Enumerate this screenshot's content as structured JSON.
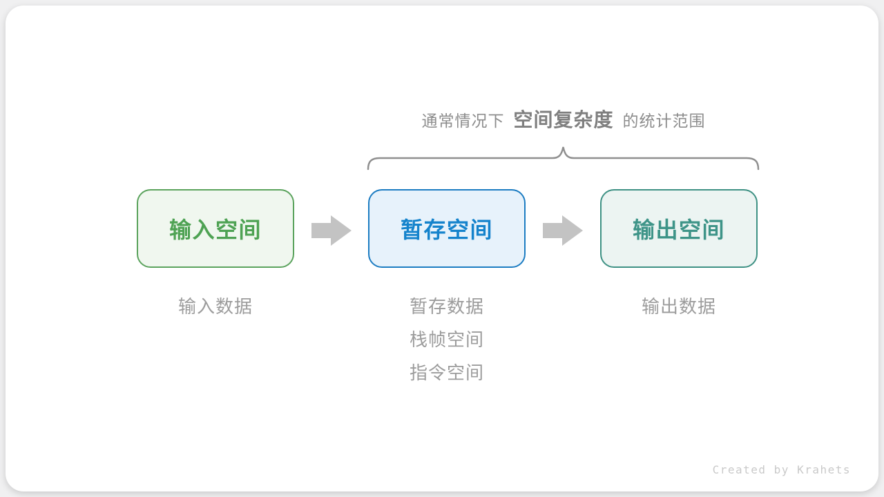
{
  "caption": {
    "prefix": "通常情况下",
    "highlight": "空间复杂度",
    "suffix": "的统计范围"
  },
  "brace": {
    "color": "#8f8f8f"
  },
  "boxes": [
    {
      "label": "输入空间",
      "border_color": "#5ba35d",
      "fill_color": "#f0f7ef",
      "text_color": "#4ea253"
    },
    {
      "label": "暂存空间",
      "border_color": "#1c7cc2",
      "fill_color": "#e7f2fb",
      "text_color": "#1583cc"
    },
    {
      "label": "输出空间",
      "border_color": "#3e9184",
      "fill_color": "#ecf4f2",
      "text_color": "#3e9488"
    }
  ],
  "arrows": {
    "color": "#c3c3c3"
  },
  "notes": [
    {
      "lines": [
        "输入数据"
      ]
    },
    {
      "lines": [
        "暂存数据",
        "栈帧空间",
        "指令空间"
      ]
    },
    {
      "lines": [
        "输出数据"
      ]
    }
  ],
  "credit": "Created by Krahets"
}
